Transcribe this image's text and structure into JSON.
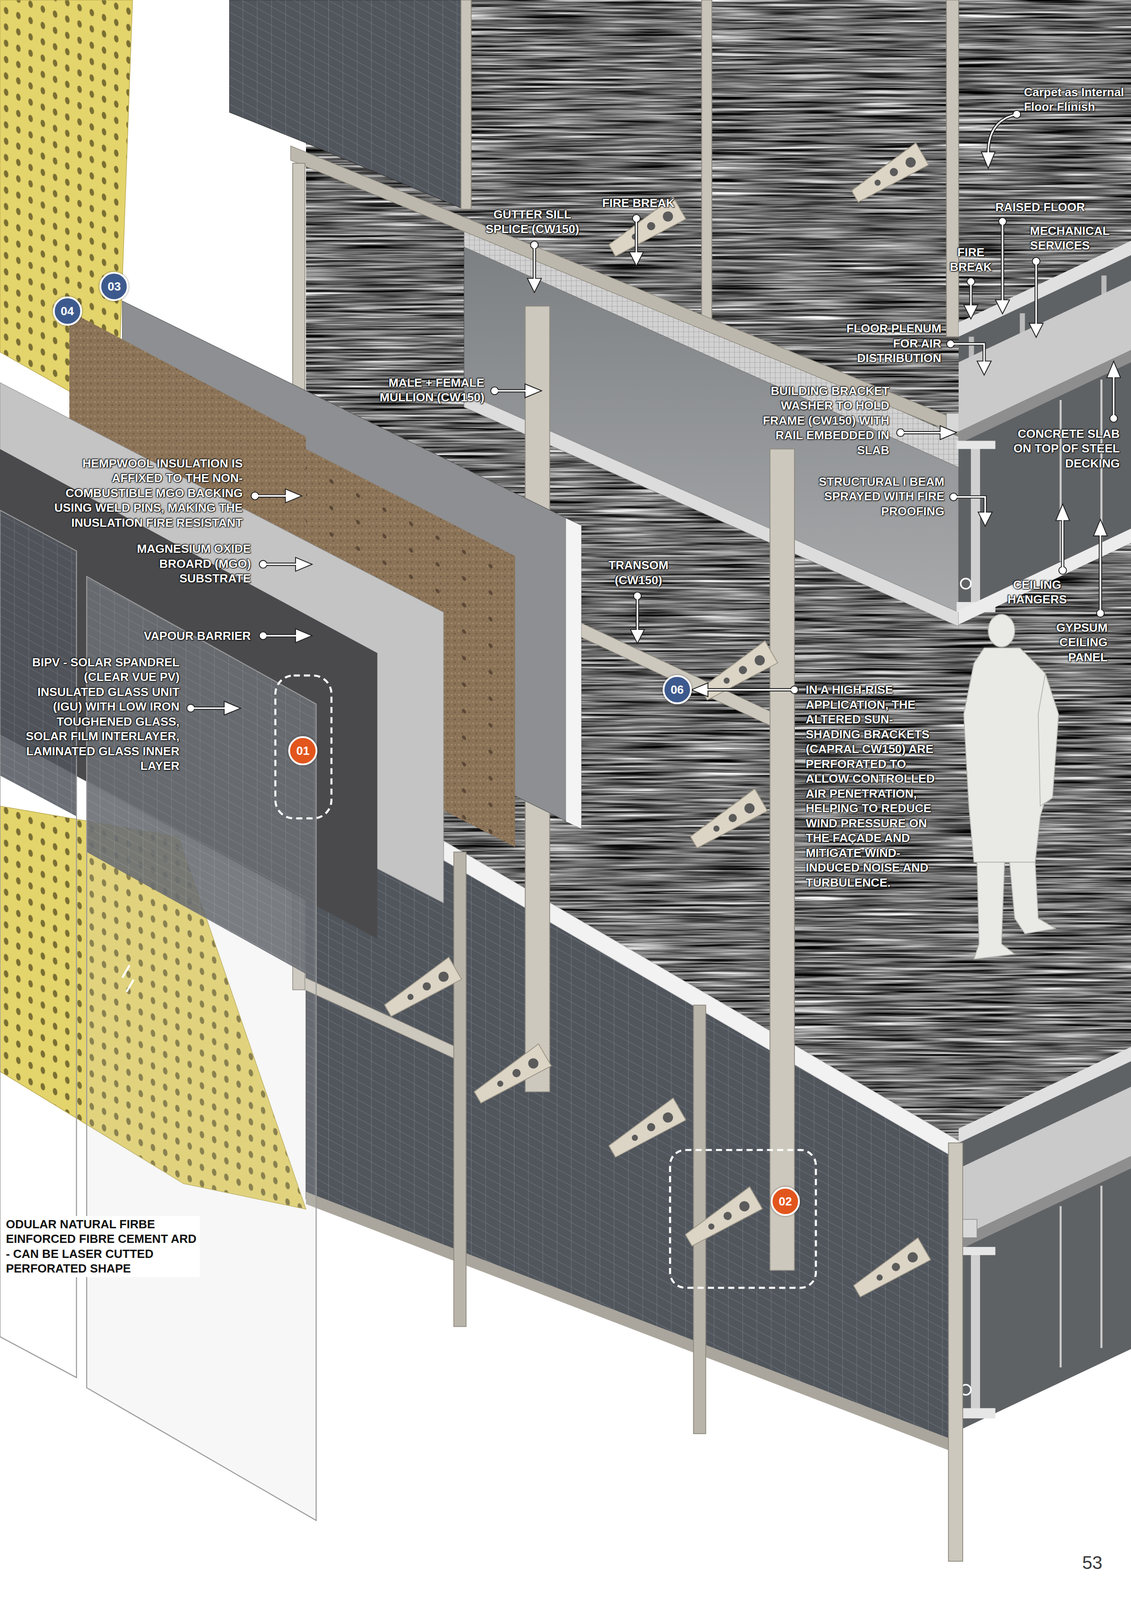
{
  "diagram": {
    "nodes": [
      {
        "text": [
          "03"
        ]
      },
      {
        "text": [
          "04"
        ]
      },
      {
        "text": [
          "06"
        ]
      },
      {
        "text": [
          "01"
        ]
      },
      {
        "text": [
          "02"
        ]
      }
    ],
    "labels": [
      "Carpet as Internal Floor Flinish",
      "FIRE BREAK",
      "RAISED FLOOR",
      "GUTTER SILL SPLICE (CW150)",
      "MECHANICAL SERVICES",
      "FIRE BREAK",
      "FLOOR PLENUM FOR AIR DISTRIBUTION",
      "MALE + FEMALE MULLION (CW150)",
      "BUILDING BRACKET WASHER TO HOLD FRAME (CW150) WITH RAIL EMBEDDED IN SLAB",
      "CONCRETE SLAB ON TOP OF STEEL DECKING",
      "HEMPWOOL INSULATION IS AFFIXED TO THE NON-COMBUSTIBLE MGO BACKING USING WELD PINS, MAKING THE INUSLATION FIRE RESISTANT",
      "STRUCTURAL I BEAM SPRAYED WITH FIRE PROOFING",
      "MAGNESIUM OXIDE BROARD (MGO) SUBSTRATE",
      "TRANSOM (CW150)",
      "CEILING HANGERS",
      "GYPSUM CEILING PANEL",
      "VAPOUR BARRIER",
      "BIPV - SOLAR SPANDREL (CLEAR VUE PV) INSULATED GLASS UNIT (IGU) WITH LOW IRON TOUGHENED GLASS, SOLAR FILM INTERLAYER, LAMINATED GLASS INNER LAYER",
      "IN A HIGH-RISE APPLICATION, THE ALTERED SUN-SHADING BRACKETS (CAPRAL CW150) ARE PERFORATED TO ALLOW CONTROLLED AIR PENETRATION, HELPING TO REDUCE WIND PRESSURE ON THE FAÇADE AND MITIGATE WIND-INDUCED NOISE AND TURBULENCE.",
      "ODULAR NATURAL FIRBE EINFORCED FIBRE CEMENT ARD - CAN BE LASER CUTTED PERFORATED SHAPE",
      "53"
    ]
  }
}
